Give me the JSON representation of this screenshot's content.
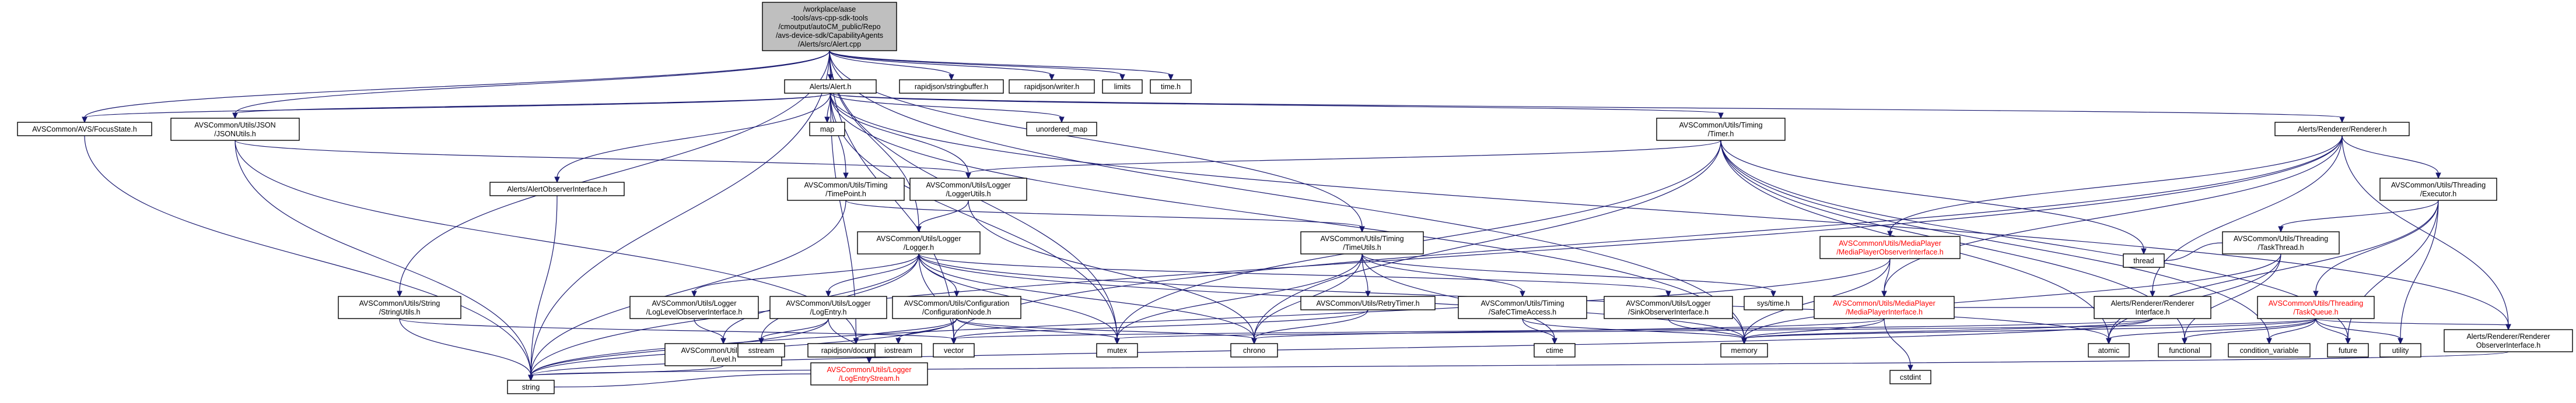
{
  "graph": {
    "colors": {
      "edge": "#191970",
      "node_border": "#000000",
      "missing_border": "#bfbfbf",
      "root_fill": "#bfbfbf",
      "node_fill": "#ffffff",
      "text": "#000000",
      "link_missing_text": "#ff0000",
      "link_missing_border": "#ff0000"
    },
    "nodes": [
      {
        "id": "root",
        "kind": "root",
        "lines": [
          "/workplace/aase",
          "-tools/avs-cpp-sdk-tools",
          "/cmoutput/autoCM_public/Repo",
          "/avs-device-sdk/CapabilityAgents",
          "/Alerts/src/Alert.cpp"
        ]
      },
      {
        "id": "alert_h",
        "kind": "normal",
        "lines": [
          "Alerts/Alert.h"
        ]
      },
      {
        "id": "strbuf",
        "kind": "missing",
        "lines": [
          "rapidjson/stringbuffer.h"
        ]
      },
      {
        "id": "writer",
        "kind": "missing",
        "lines": [
          "rapidjson/writer.h"
        ]
      },
      {
        "id": "limits",
        "kind": "missing",
        "lines": [
          "limits"
        ]
      },
      {
        "id": "time_h",
        "kind": "missing",
        "lines": [
          "time.h"
        ]
      },
      {
        "id": "focus",
        "kind": "normal",
        "lines": [
          "AVSCommon/AVS/FocusState.h"
        ]
      },
      {
        "id": "jsonutils",
        "kind": "normal",
        "lines": [
          "AVSCommon/Utils/JSON",
          "/JSONUtils.h"
        ]
      },
      {
        "id": "map",
        "kind": "missing",
        "lines": [
          "map"
        ]
      },
      {
        "id": "umap",
        "kind": "missing",
        "lines": [
          "unordered_map"
        ]
      },
      {
        "id": "timer",
        "kind": "normal",
        "lines": [
          "AVSCommon/Utils/Timing",
          "/Timer.h"
        ]
      },
      {
        "id": "renderer",
        "kind": "normal",
        "lines": [
          "Alerts/Renderer/Renderer.h"
        ]
      },
      {
        "id": "alertobs",
        "kind": "normal",
        "lines": [
          "Alerts/AlertObserverInterface.h"
        ]
      },
      {
        "id": "timepoint",
        "kind": "normal",
        "lines": [
          "AVSCommon/Utils/Timing",
          "/TimePoint.h"
        ]
      },
      {
        "id": "loggerutils",
        "kind": "normal",
        "lines": [
          "AVSCommon/Utils/Logger",
          "/LoggerUtils.h"
        ]
      },
      {
        "id": "executor",
        "kind": "normal",
        "lines": [
          "AVSCommon/Utils/Threading",
          "/Executor.h"
        ]
      },
      {
        "id": "logger",
        "kind": "normal",
        "lines": [
          "AVSCommon/Utils/Logger",
          "/Logger.h"
        ]
      },
      {
        "id": "timeutils",
        "kind": "normal",
        "lines": [
          "AVSCommon/Utils/Timing",
          "/TimeUtils.h"
        ]
      },
      {
        "id": "mpobs",
        "kind": "missing-link",
        "lines": [
          "AVSCommon/Utils/MediaPlayer",
          "/MediaPlayerObserverInterface.h"
        ]
      },
      {
        "id": "taskthread",
        "kind": "normal",
        "lines": [
          "AVSCommon/Utils/Threading",
          "/TaskThread.h"
        ]
      },
      {
        "id": "stringutils",
        "kind": "normal",
        "lines": [
          "AVSCommon/Utils/String",
          "/StringUtils.h"
        ]
      },
      {
        "id": "logobs",
        "kind": "normal",
        "lines": [
          "AVSCommon/Utils/Logger",
          "/LogLevelObserverInterface.h"
        ]
      },
      {
        "id": "logentry",
        "kind": "normal",
        "lines": [
          "AVSCommon/Utils/Logger",
          "/LogEntry.h"
        ]
      },
      {
        "id": "confignode",
        "kind": "normal",
        "lines": [
          "AVSCommon/Utils/Configuration",
          "/ConfigurationNode.h"
        ]
      },
      {
        "id": "retrytimer",
        "kind": "normal",
        "lines": [
          "AVSCommon/Utils/RetryTimer.h"
        ]
      },
      {
        "id": "safectime",
        "kind": "normal",
        "lines": [
          "AVSCommon/Utils/Timing",
          "/SafeCTimeAccess.h"
        ]
      },
      {
        "id": "sinkobs",
        "kind": "normal",
        "lines": [
          "AVSCommon/Utils/Logger",
          "/SinkObserverInterface.h"
        ]
      },
      {
        "id": "systime",
        "kind": "missing",
        "lines": [
          "sys/time.h"
        ]
      },
      {
        "id": "mpi",
        "kind": "missing-link",
        "lines": [
          "AVSCommon/Utils/MediaPlayer",
          "/MediaPlayerInterface.h"
        ]
      },
      {
        "id": "rendint",
        "kind": "normal",
        "lines": [
          "Alerts/Renderer/Renderer",
          "Interface.h"
        ]
      },
      {
        "id": "taskqueue",
        "kind": "missing-link",
        "lines": [
          "AVSCommon/Utils/Threading",
          "/TaskQueue.h"
        ]
      },
      {
        "id": "thread",
        "kind": "missing",
        "lines": [
          "thread"
        ]
      },
      {
        "id": "rapiddoc",
        "kind": "missing",
        "lines": [
          "rapidjson/document.h"
        ]
      },
      {
        "id": "level",
        "kind": "normal",
        "lines": [
          "AVSCommon/Utils/Logger",
          "/Level.h"
        ]
      },
      {
        "id": "sstream",
        "kind": "missing",
        "lines": [
          "sstream"
        ]
      },
      {
        "id": "logentrystream",
        "kind": "missing-link",
        "lines": [
          "AVSCommon/Utils/Logger",
          "/LogEntryStream.h"
        ]
      },
      {
        "id": "iostream",
        "kind": "missing",
        "lines": [
          "iostream"
        ]
      },
      {
        "id": "vector",
        "kind": "missing",
        "lines": [
          "vector"
        ]
      },
      {
        "id": "mutex",
        "kind": "missing",
        "lines": [
          "mutex"
        ]
      },
      {
        "id": "chrono",
        "kind": "missing",
        "lines": [
          "chrono"
        ]
      },
      {
        "id": "ctime",
        "kind": "missing",
        "lines": [
          "ctime"
        ]
      },
      {
        "id": "memory",
        "kind": "missing",
        "lines": [
          "memory"
        ]
      },
      {
        "id": "cstdint",
        "kind": "missing",
        "lines": [
          "cstdint"
        ]
      },
      {
        "id": "atomic",
        "kind": "missing",
        "lines": [
          "atomic"
        ]
      },
      {
        "id": "functional",
        "kind": "missing",
        "lines": [
          "functional"
        ]
      },
      {
        "id": "condvar",
        "kind": "missing",
        "lines": [
          "condition_variable"
        ]
      },
      {
        "id": "future",
        "kind": "missing",
        "lines": [
          "future"
        ]
      },
      {
        "id": "utility",
        "kind": "missing",
        "lines": [
          "utility"
        ]
      },
      {
        "id": "rendobs",
        "kind": "normal",
        "lines": [
          "Alerts/Renderer/Renderer",
          "ObserverInterface.h"
        ]
      },
      {
        "id": "string",
        "kind": "missing",
        "lines": [
          "string"
        ]
      }
    ],
    "edges": [
      [
        "root",
        "alert_h"
      ],
      [
        "root",
        "strbuf"
      ],
      [
        "root",
        "writer"
      ],
      [
        "root",
        "limits"
      ],
      [
        "root",
        "time_h"
      ],
      [
        "root",
        "focus"
      ],
      [
        "root",
        "jsonutils"
      ],
      [
        "root",
        "stringutils"
      ],
      [
        "root",
        "logger"
      ],
      [
        "root",
        "timeutils"
      ],
      [
        "root",
        "string"
      ],
      [
        "root",
        "mutex"
      ],
      [
        "root",
        "vector"
      ],
      [
        "root",
        "memory"
      ],
      [
        "alert_h",
        "focus"
      ],
      [
        "alert_h",
        "jsonutils"
      ],
      [
        "alert_h",
        "map"
      ],
      [
        "alert_h",
        "umap"
      ],
      [
        "alert_h",
        "timer"
      ],
      [
        "alert_h",
        "renderer"
      ],
      [
        "alert_h",
        "alertobs"
      ],
      [
        "alert_h",
        "timepoint"
      ],
      [
        "alert_h",
        "loggerutils"
      ],
      [
        "alert_h",
        "rapiddoc"
      ],
      [
        "alert_h",
        "rendobs"
      ],
      [
        "alert_h",
        "memory"
      ],
      [
        "alert_h",
        "mutex"
      ],
      [
        "focus",
        "string"
      ],
      [
        "jsonutils",
        "loggerutils"
      ],
      [
        "jsonutils",
        "rapiddoc"
      ],
      [
        "jsonutils",
        "string"
      ],
      [
        "timer",
        "loggerutils"
      ],
      [
        "timer",
        "atomic"
      ],
      [
        "timer",
        "chrono"
      ],
      [
        "timer",
        "condvar"
      ],
      [
        "timer",
        "functional"
      ],
      [
        "timer",
        "future"
      ],
      [
        "timer",
        "mutex"
      ],
      [
        "timer",
        "thread"
      ],
      [
        "renderer",
        "mpi"
      ],
      [
        "renderer",
        "rendint"
      ],
      [
        "renderer",
        "executor"
      ],
      [
        "renderer",
        "mpobs"
      ],
      [
        "renderer",
        "rendobs"
      ],
      [
        "renderer",
        "vector"
      ],
      [
        "renderer",
        "string"
      ],
      [
        "alertobs",
        "string"
      ],
      [
        "timepoint",
        "timeutils"
      ],
      [
        "timepoint",
        "string"
      ],
      [
        "loggerutils",
        "logger"
      ],
      [
        "loggerutils",
        "chrono"
      ],
      [
        "executor",
        "taskqueue"
      ],
      [
        "executor",
        "taskthread"
      ],
      [
        "executor",
        "atomic"
      ],
      [
        "executor",
        "future"
      ],
      [
        "executor",
        "utility"
      ],
      [
        "logger",
        "logobs"
      ],
      [
        "logger",
        "logentry"
      ],
      [
        "logger",
        "confignode"
      ],
      [
        "logger",
        "sinkobs"
      ],
      [
        "logger",
        "level"
      ],
      [
        "logger",
        "sstream"
      ],
      [
        "logger",
        "vector"
      ],
      [
        "logger",
        "mutex"
      ],
      [
        "logger",
        "chrono"
      ],
      [
        "logger",
        "memory"
      ],
      [
        "logger",
        "atomic"
      ],
      [
        "timeutils",
        "retrytimer"
      ],
      [
        "timeutils",
        "safectime"
      ],
      [
        "timeutils",
        "systime"
      ],
      [
        "timeutils",
        "chrono"
      ],
      [
        "timeutils",
        "ctime"
      ],
      [
        "timeutils",
        "mutex"
      ],
      [
        "mpobs",
        "mpi"
      ],
      [
        "mpobs",
        "memory"
      ],
      [
        "mpobs",
        "string"
      ],
      [
        "taskthread",
        "atomic"
      ],
      [
        "taskthread",
        "functional"
      ],
      [
        "taskthread",
        "memory"
      ],
      [
        "taskthread",
        "thread"
      ],
      [
        "stringutils",
        "string"
      ],
      [
        "stringutils",
        "vector"
      ],
      [
        "logobs",
        "level"
      ],
      [
        "logentry",
        "logentrystream"
      ],
      [
        "logentry",
        "sstream"
      ],
      [
        "logentry",
        "string"
      ],
      [
        "confignode",
        "rapiddoc"
      ],
      [
        "confignode",
        "iostream"
      ],
      [
        "confignode",
        "mutex"
      ],
      [
        "confignode",
        "string"
      ],
      [
        "confignode",
        "chrono"
      ],
      [
        "retrytimer",
        "chrono"
      ],
      [
        "retrytimer",
        "vector"
      ],
      [
        "safectime",
        "ctime"
      ],
      [
        "safectime",
        "memory"
      ],
      [
        "sinkobs",
        "memory"
      ],
      [
        "mpi",
        "chrono"
      ],
      [
        "mpi",
        "cstdint"
      ],
      [
        "mpi",
        "memory"
      ],
      [
        "rendint",
        "mpi"
      ],
      [
        "rendint",
        "string"
      ],
      [
        "rendint",
        "vector"
      ],
      [
        "rendint",
        "memory"
      ],
      [
        "taskqueue",
        "functional"
      ],
      [
        "taskqueue",
        "condvar"
      ],
      [
        "taskqueue",
        "deque"
      ],
      [
        "taskqueue",
        "future"
      ],
      [
        "taskqueue",
        "memory"
      ],
      [
        "taskqueue",
        "mutex"
      ],
      [
        "taskqueue",
        "utility"
      ],
      [
        "taskqueue",
        "atomic"
      ],
      [
        "taskqueue",
        "rendobs"
      ],
      [
        "level",
        "string"
      ],
      [
        "logentrystream",
        "string"
      ],
      [
        "rendobs",
        "string"
      ]
    ]
  }
}
